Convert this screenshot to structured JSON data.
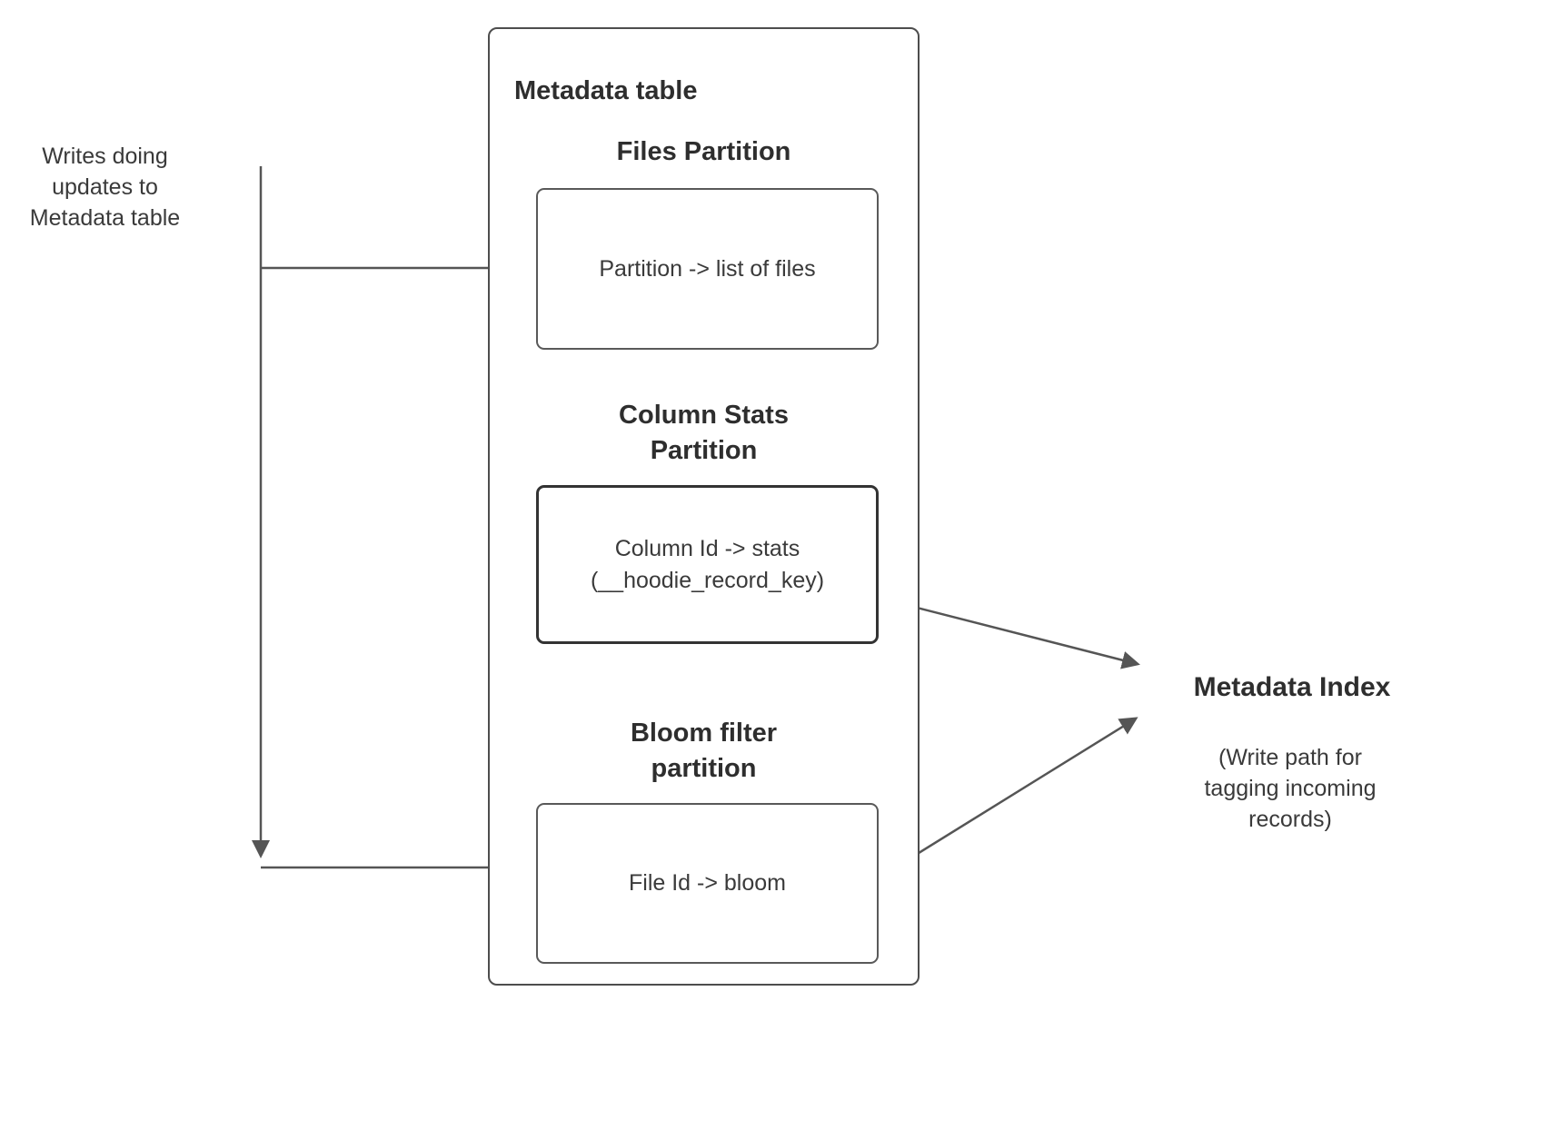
{
  "left_note": "Writes doing\nupdates to\nMetadata table",
  "container": {
    "title": "Metadata table",
    "sections": [
      {
        "heading": "Files Partition",
        "box_text": "Partition -> list of files"
      },
      {
        "heading": "Column Stats\nPartition",
        "box_text": "Column Id  -> stats\n(__hoodie_record_key)"
      },
      {
        "heading": "Bloom filter\npartition",
        "box_text": "File Id -> bloom"
      }
    ]
  },
  "right": {
    "title": "Metadata Index",
    "subtitle": "(Write path for\ntagging incoming\nrecords)"
  },
  "colors": {
    "line": "#555555",
    "border": "#4d4d4d",
    "text": "#333333"
  }
}
